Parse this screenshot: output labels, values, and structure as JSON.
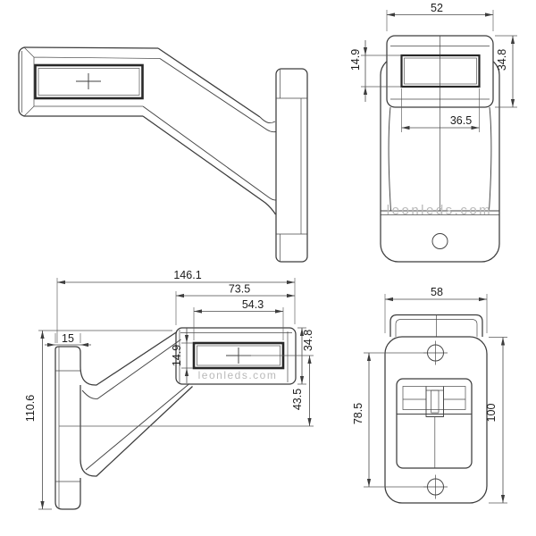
{
  "watermark": {
    "text": "leonleds.com"
  },
  "views": {
    "front": {
      "dims": {
        "overall_width": "52",
        "lens_height": "14.9",
        "head_height": "34.8",
        "lens_width": "36.5"
      }
    },
    "side": {
      "dims": {
        "overall_length": "146.1",
        "head_length": "73.5",
        "lens_length": "54.3",
        "bracket_width": "15",
        "lens_height": "14.9",
        "head_height": "34.8",
        "lens_center_to_arm": "43.5",
        "overall_height": "110.6"
      }
    },
    "rear": {
      "dims": {
        "plate_width": "58",
        "hole_spacing": "78.5",
        "plate_height": "100"
      }
    }
  },
  "colors": {
    "line": "#3c3c3c",
    "dimension_line": "#4a4a4a",
    "text": "#1c1c1c",
    "watermark": "#b9b9b9",
    "background": "#ffffff"
  }
}
